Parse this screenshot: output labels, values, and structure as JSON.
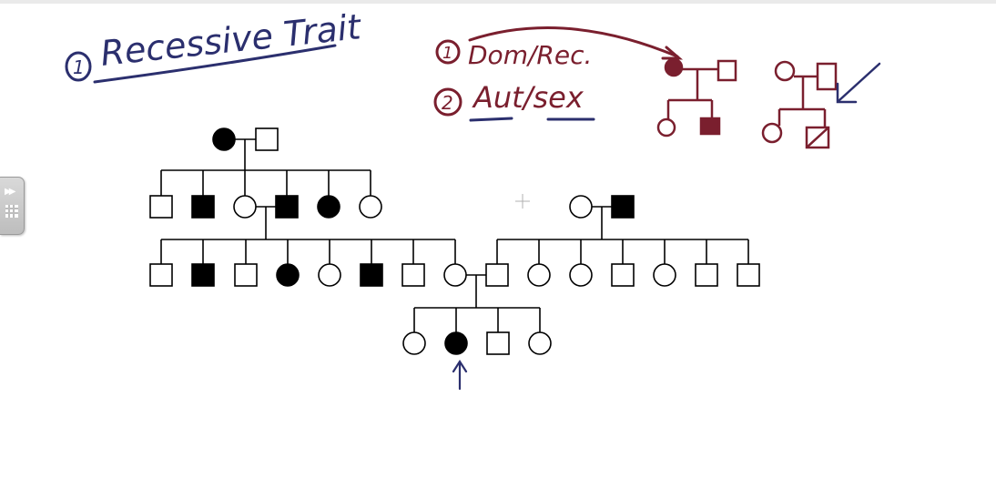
{
  "colors": {
    "background": "#ffffff",
    "pedigree_ink": "#000000",
    "blue_ink": "#2b2f6e",
    "maroon_ink": "#7a1f2e"
  },
  "notes": {
    "title_number": "1",
    "title": "Recessive Trait",
    "item1_number": "1",
    "item1_text": "Dom/Rec.",
    "item2_number": "2",
    "item2_text": "Aut/sex"
  },
  "sidebar": {
    "expand_icon": "double-chevron-right-icon",
    "grid_icon": "grid-icon"
  },
  "pedigree": {
    "proband_marker": "arrow-up-icon",
    "affected_fill": "#000000",
    "unaffected_fill": "#ffffff"
  }
}
